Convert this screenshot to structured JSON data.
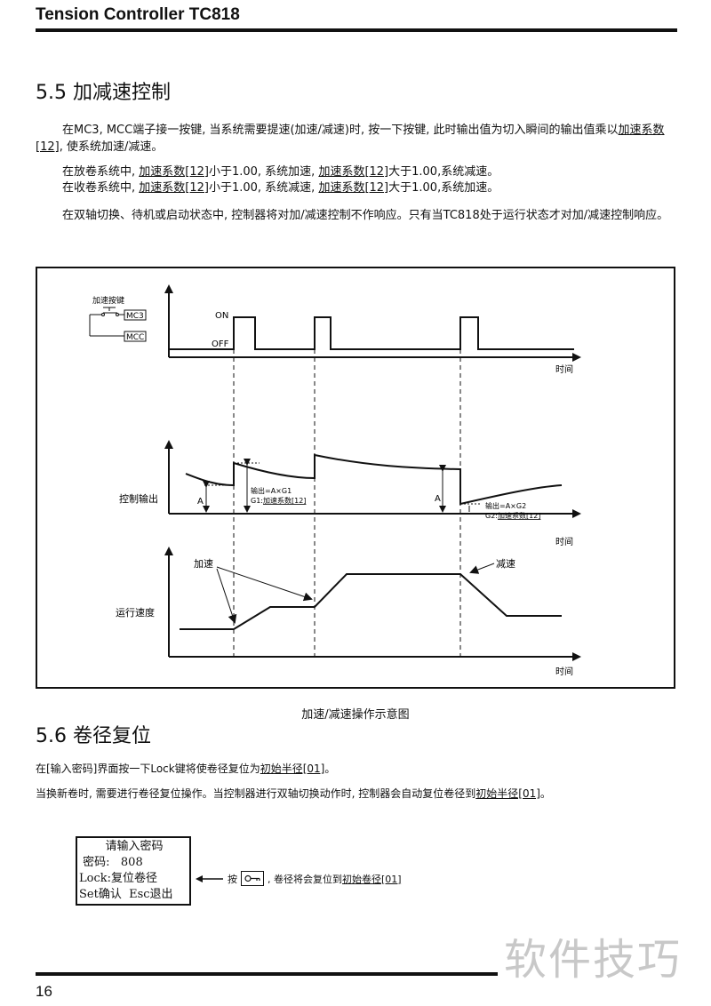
{
  "header": {
    "title": "Tension Controller TC818"
  },
  "sec55": {
    "title": "5.5 加减速控制",
    "p1_a": "在MC3, MCC端子接一按键, 当系统需要提速(加速/减速)时, 按一下按键, 此时输出值为切入瞬间的输出值乘以",
    "p1_u": "加速系数[12]",
    "p1_b": ", 使系统加速/减速。",
    "p2_a": "在放卷系统中, ",
    "p2_u1": "加速系数[12]",
    "p2_b": "小于1.00, 系统加速, ",
    "p2_u2": "加速系数[12]",
    "p2_c": "大于1.00,系统减速。",
    "p3_a": "在收卷系统中, ",
    "p3_u1": "加速系数[12]",
    "p3_b": "小于1.00, 系统减速, ",
    "p3_u2": "加速系数[12]",
    "p3_c": "大于1.00,系统加速。",
    "p4": "在双轴切换、待机或启动状态中, 控制器将对加/减速控制不作响应。只有当TC818处于运行状态才对加/减速控制响应。"
  },
  "diagram": {
    "key_label": "加速按键",
    "mc3": "MC3",
    "mcc": "MCC",
    "on": "ON",
    "off": "OFF",
    "time": "时间",
    "ctrl_out": "控制输出",
    "a": "A",
    "g1_line1": "输出=A×G1",
    "g1_line2a": "G1:",
    "g1_line2b": "加速系数[12]",
    "g2_line1": "输出=A×G2",
    "g2_line2a": "G2:",
    "g2_line2b": "加速系数[12]",
    "speed": "运行速度",
    "accel": "加速",
    "decel": "减速",
    "caption": "加速/减速操作示意图"
  },
  "sec56": {
    "title": "5.6 卷径复位",
    "p1_a": "在[输入密码]界面按一下Lock键将使卷径复位为",
    "p1_u": "初始半径[01]",
    "p1_b": "。",
    "p2_a": "当换新卷时, 需要进行卷径复位操作。当控制器进行双轴切换动作时, 控制器会自动复位卷径到",
    "p2_u": "初始半径[01]",
    "p2_b": "。"
  },
  "lcd": {
    "line1": "请输入密码",
    "line2": " 密码:   808",
    "line3": "Lock:复位卷径",
    "line4": "Set确认  Esc退出"
  },
  "hint": {
    "a": "按",
    "b": ", 卷径将会复位到",
    "u": "初始卷径[01]"
  },
  "watermark": "软件技巧",
  "page_number": "16"
}
